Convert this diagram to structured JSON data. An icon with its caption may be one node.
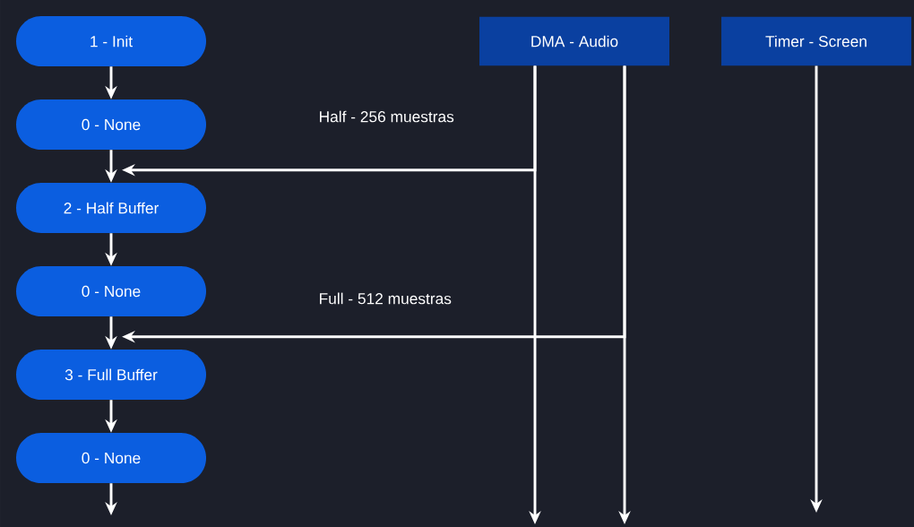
{
  "diagram": {
    "nodes": [
      {
        "text": [
          "1 - Init"
        ]
      },
      {
        "text": [
          "0 - None"
        ]
      },
      {
        "text": [
          "2 - Half Buffer"
        ]
      },
      {
        "text": [
          "0 - None"
        ]
      },
      {
        "text": [
          "3 - Full Buffer"
        ]
      },
      {
        "text": [
          "0 - None"
        ]
      },
      {
        "text": [
          "DMA - Audio"
        ]
      },
      {
        "text": [
          "Timer - Screen"
        ]
      }
    ],
    "edges": [
      {
        "from": 0,
        "to": 1,
        "arrow": "to"
      },
      {
        "from": 1,
        "to": 2,
        "arrow": "to"
      },
      {
        "from": 2,
        "to": 3,
        "arrow": "to"
      },
      {
        "from": 3,
        "to": 4,
        "arrow": "to"
      },
      {
        "from": 4,
        "to": 5,
        "arrow": "to"
      },
      {
        "from": 5,
        "to": null,
        "arrow": "to"
      },
      {
        "from": 6,
        "to": 2,
        "arrow": "to",
        "label": "Half - 256 muestras"
      },
      {
        "from": 6,
        "to": 4,
        "arrow": "to",
        "label": "Full - 512 muestras"
      },
      {
        "from": 6,
        "to": null,
        "arrow": "to"
      },
      {
        "from": 6,
        "to": null,
        "arrow": "to"
      },
      {
        "from": 7,
        "to": null,
        "arrow": "to"
      }
    ]
  }
}
